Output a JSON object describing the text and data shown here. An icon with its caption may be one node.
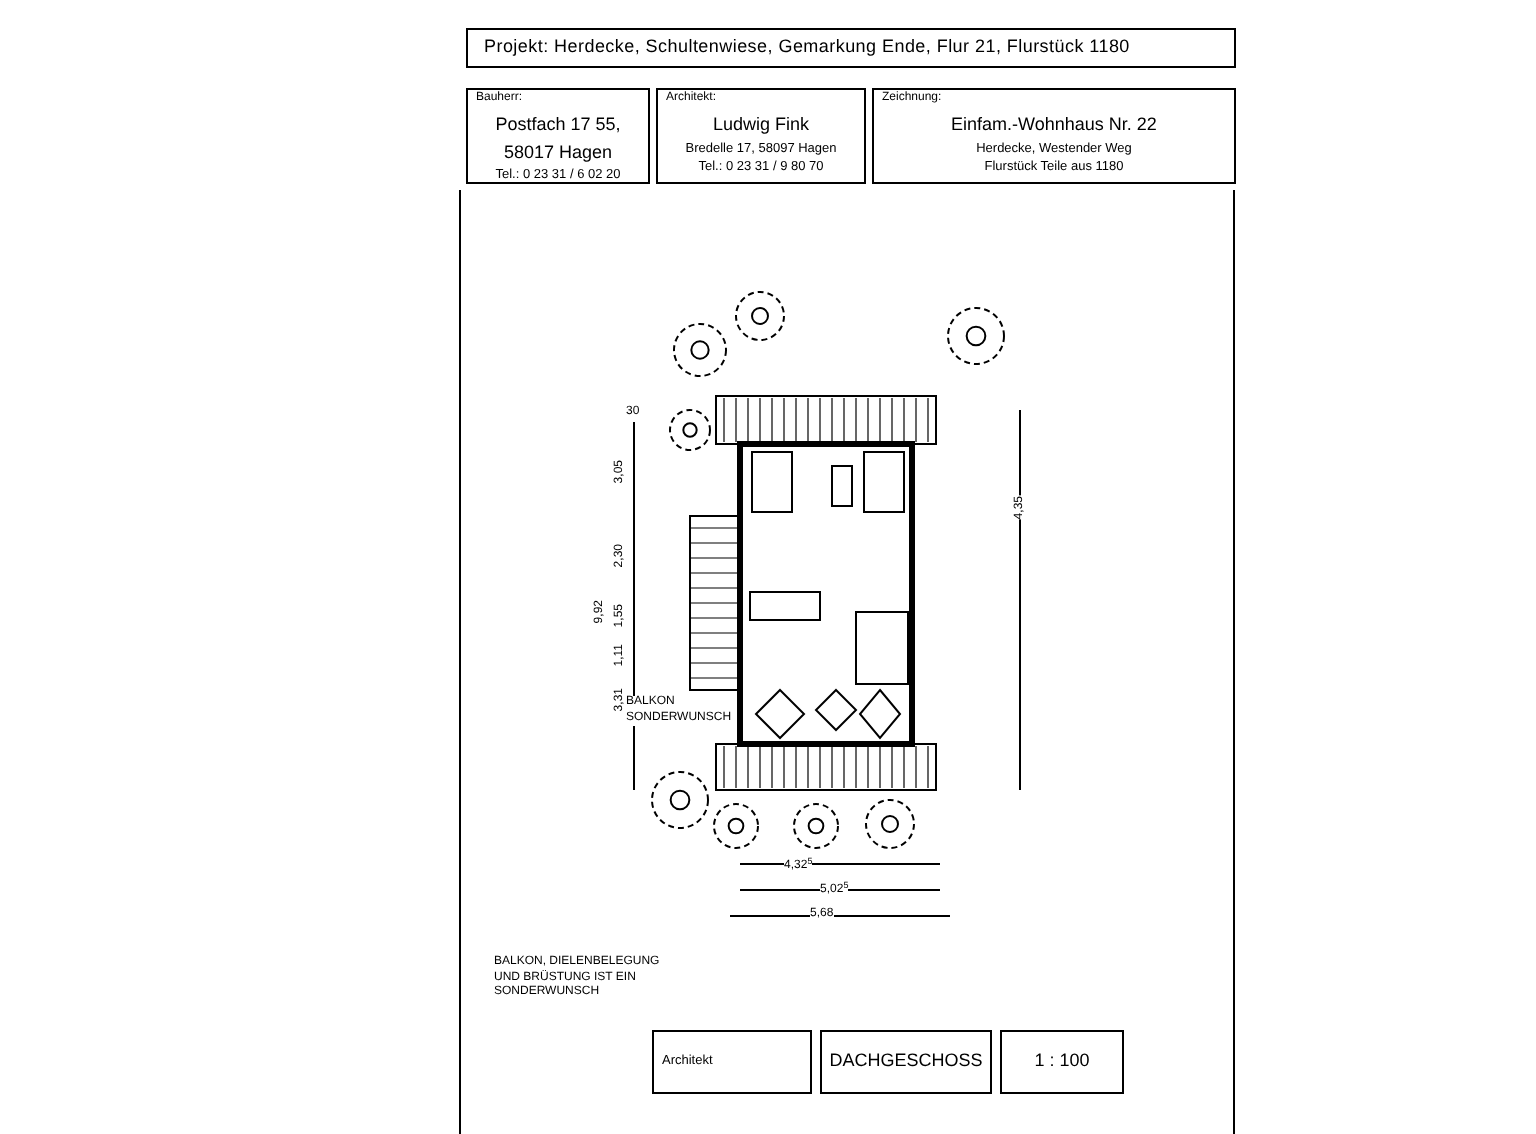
{
  "diagram": {
    "nodes": [
      {
        "text": [
          "Projekt: Herdecke, Schultenwiese, Gemarkung Ende, Flur 21, Flurstück 1180"
        ]
      },
      {
        "text": [
          "Bauherr:",
          "Postfach 17 55, 58017 Hagen",
          "Tel.: 0 23 31 / 6 02 20"
        ]
      },
      {
        "text": [
          "Architekt:",
          "Ludwig Fink",
          "Bredelle 17, 58097 Hagen",
          "Tel.: 0 23 31 / 9 80 70"
        ]
      },
      {
        "text": [
          "Zeichnung:",
          "Einfam.-Wohnhaus Nr. 22",
          "Herdecke, Westender Weg",
          "Flurstück Teile aus 1180"
        ]
      },
      {
        "text": [
          "Architekt"
        ]
      },
      {
        "text": [
          "DACHGESCHOSS"
        ]
      },
      {
        "text": [
          "1 : 100"
        ]
      }
    ],
    "labels": [
      "30",
      "3,05",
      "2,30",
      "1,55",
      "1,11",
      "3,31",
      "9,92",
      "4,35",
      "BALKON SONDERWUNSCH",
      "4,32$^{5}$",
      "5,02$^{5}$",
      "5,68",
      "BALKON, DIELENBELEGUNG UND BRÜSTUNG IST EIN SONDERWUNSCH"
    ]
  }
}
